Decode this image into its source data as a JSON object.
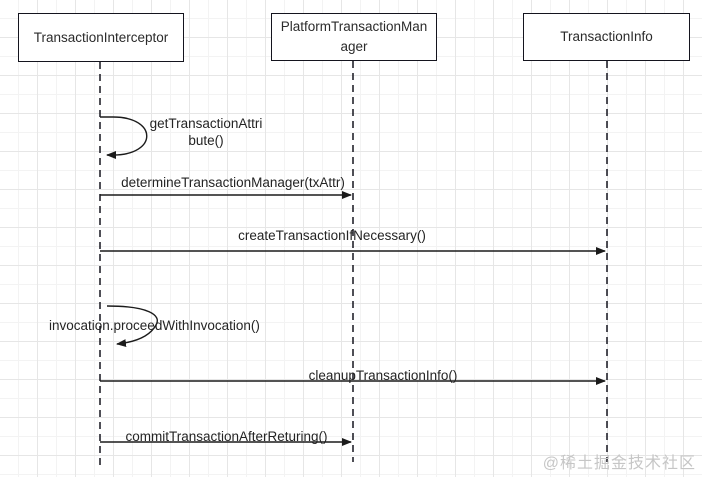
{
  "diagram": {
    "type": "uml-sequence",
    "actors": [
      {
        "label": "TransactionInterceptor"
      },
      {
        "label": "PlatformTransactionManager"
      },
      {
        "label": "TransactionInfo"
      }
    ],
    "messages": [
      {
        "label": "getTransactionAttribute()",
        "from": "TransactionInterceptor",
        "to": "TransactionInterceptor",
        "kind": "self"
      },
      {
        "label": "determineTransactionManager(txAttr)",
        "from": "TransactionInterceptor",
        "to": "PlatformTransactionManager",
        "kind": "sync"
      },
      {
        "label": "createTransactionIfNecessary()",
        "from": "TransactionInterceptor",
        "to": "TransactionInfo",
        "kind": "sync"
      },
      {
        "label": "invocation.proceedWithInvocation()",
        "from": "TransactionInterceptor",
        "to": "TransactionInterceptor",
        "kind": "self"
      },
      {
        "label": "cleanupTransactionInfo()",
        "from": "TransactionInterceptor",
        "to": "TransactionInfo",
        "kind": "sync"
      },
      {
        "label": "commitTransactionAfterReturing()",
        "from": "TransactionInterceptor",
        "to": "PlatformTransactionManager",
        "kind": "sync"
      }
    ]
  },
  "watermark": "@稀土掘金技术社区",
  "colors": {
    "line": "#1b1b1b",
    "box_border": "#14141e",
    "text": "#2b2b2b",
    "grid_minor": "#f3f3f3",
    "grid_major": "#e6e6e6",
    "watermark": "#c6c6c6",
    "background": "#ffffff"
  }
}
